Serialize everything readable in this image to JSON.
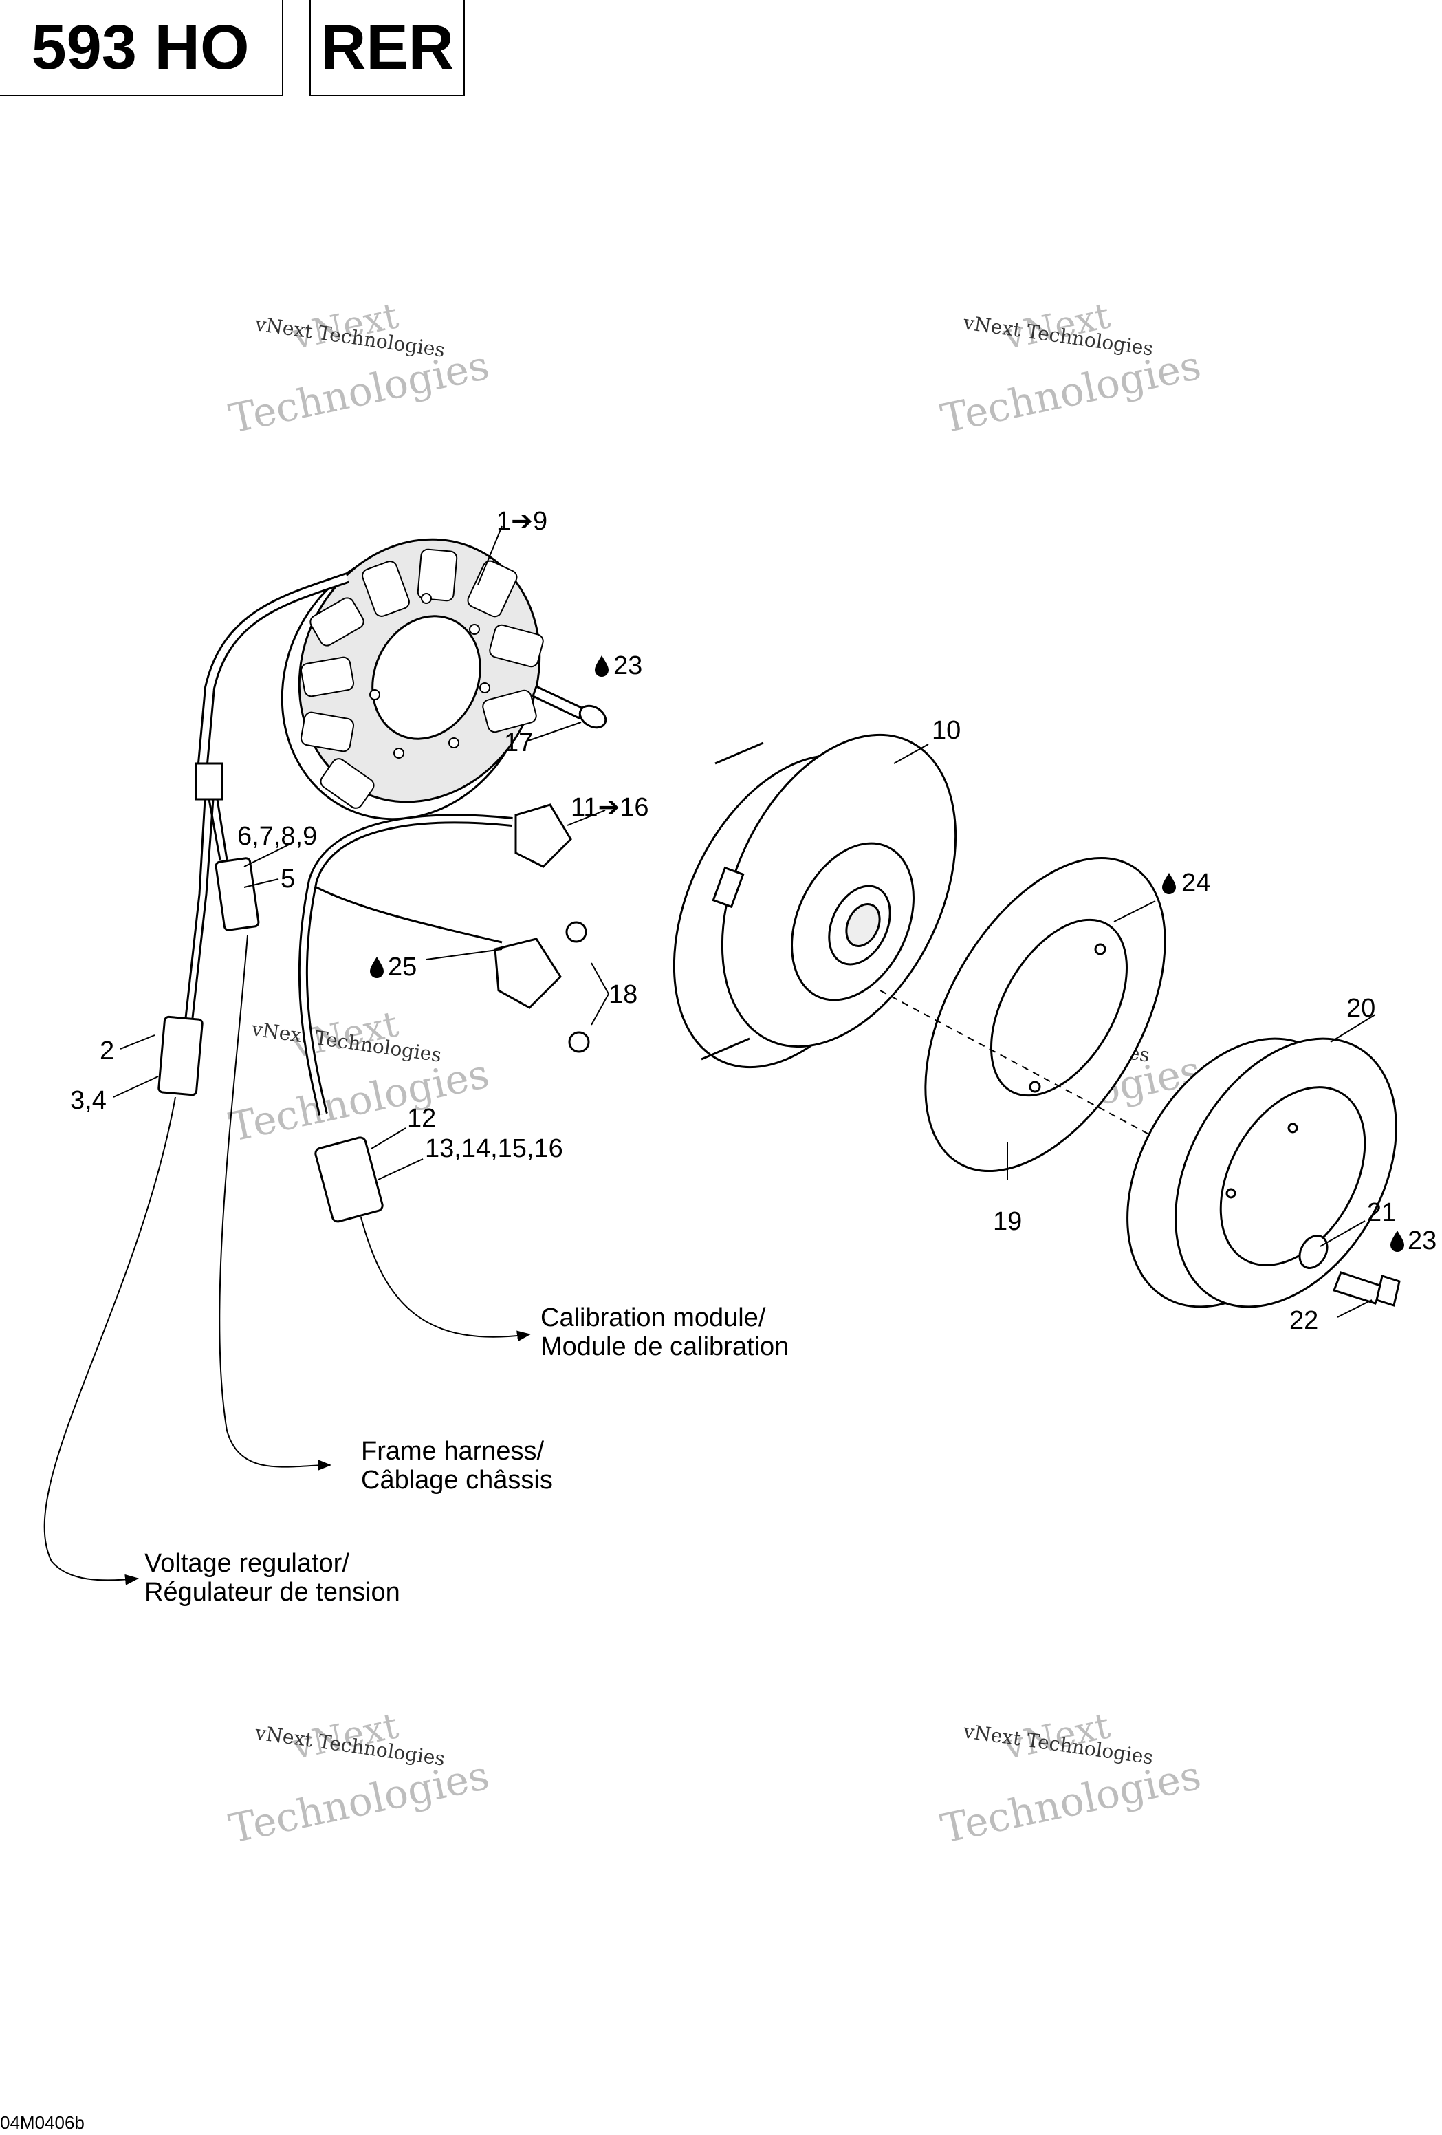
{
  "header": {
    "model": "593 HO",
    "variant": "RER"
  },
  "callouts": {
    "c1": "1➔9",
    "c2": "23",
    "c3": "17",
    "c4": "10",
    "c5": "11➔16",
    "c6": "6,7,8,9",
    "c7": "5",
    "c8": "24",
    "c9": "25",
    "c10": "18",
    "c11": "2",
    "c12": "3,4",
    "c13": "20",
    "c14": "12",
    "c15": "13,14,15,16",
    "c16": "19",
    "c17": "21",
    "c18": "23",
    "c19": "22"
  },
  "destinations": {
    "calibration_1": "Calibration module/",
    "calibration_2": "Module de calibration",
    "frame_1": "Frame harness/",
    "frame_2": "Câblage châssis",
    "voltage_1": "Voltage regulator/",
    "voltage_2": "Régulateur de tension"
  },
  "watermark": {
    "small": "vNext Technologies",
    "top": "vNext",
    "bottom": "Technologies"
  },
  "figure_ref": "04M0406b"
}
